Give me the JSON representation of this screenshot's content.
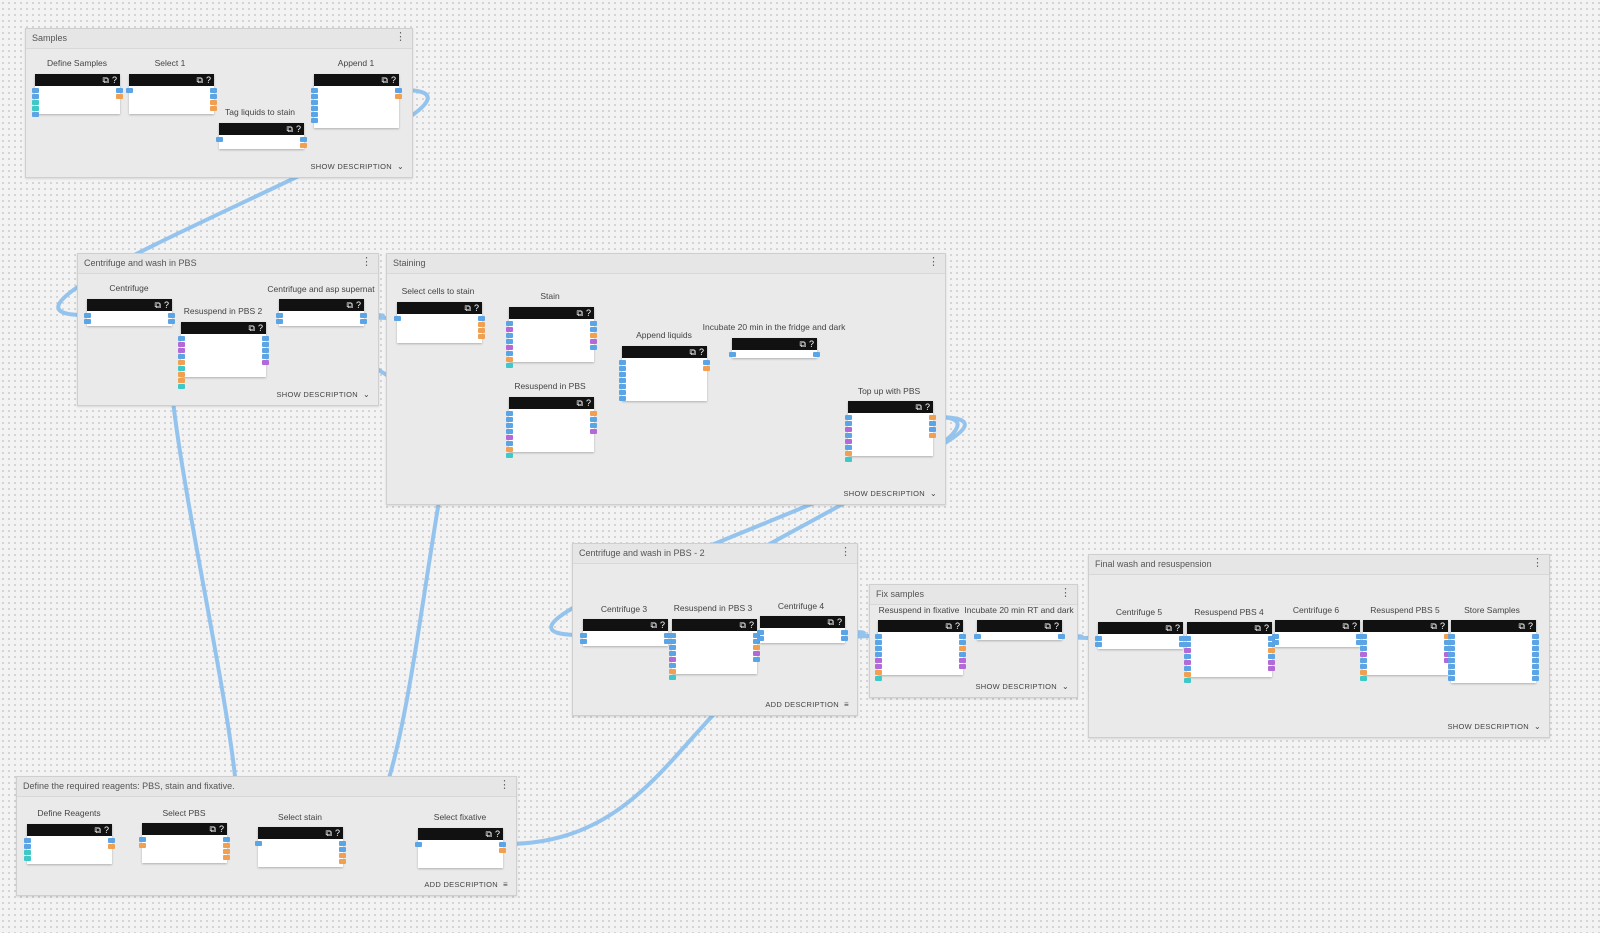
{
  "colors": {
    "wire": "#94c4ee",
    "port_blue": "#5ba4e5",
    "port_orange": "#f0a050",
    "port_purple": "#b36ad8",
    "port_teal": "#3ec8c8",
    "bar": "#111111"
  },
  "icons": {
    "open": "open-in-new-icon",
    "help": "help-icon",
    "menu": "more-vert-icon",
    "expand": "chevron-down-icon",
    "notes": "notes-icon"
  },
  "groups": [
    {
      "id": "g-samples",
      "title": "Samples",
      "footer": "SHOW DESCRIPTION",
      "footer_icon": "⌄"
    },
    {
      "id": "g-cw",
      "title": "Centrifuge and wash in PBS",
      "footer": "SHOW DESCRIPTION",
      "footer_icon": "⌄"
    },
    {
      "id": "g-staining",
      "title": "Staining",
      "footer": "SHOW DESCRIPTION",
      "footer_icon": "⌄"
    },
    {
      "id": "g-cw2",
      "title": "Centrifuge and wash in PBS - 2",
      "footer": "ADD DESCRIPTION",
      "footer_icon": "≡"
    },
    {
      "id": "g-fix",
      "title": "Fix samples",
      "footer": "SHOW DESCRIPTION",
      "footer_icon": "⌄"
    },
    {
      "id": "g-final",
      "title": "Final wash and resuspension",
      "footer": "SHOW DESCRIPTION",
      "footer_icon": "⌄"
    },
    {
      "id": "g-reagents",
      "title": "Define the required reagents: PBS, stain and fixative.",
      "footer": "ADD DESCRIPTION",
      "footer_icon": "≡"
    }
  ],
  "elements": [
    {
      "id": "define-samples",
      "label": "Define Samples"
    },
    {
      "id": "select-1",
      "label": "Select 1"
    },
    {
      "id": "tag-liquids",
      "label": "Tag liquids to stain"
    },
    {
      "id": "append-1",
      "label": "Append 1"
    },
    {
      "id": "centrifuge",
      "label": "Centrifuge"
    },
    {
      "id": "resuspend-pbs-2",
      "label": "Resuspend in PBS 2"
    },
    {
      "id": "centrifuge-asp",
      "label": "Centrifuge and asp supernat"
    },
    {
      "id": "select-cells",
      "label": "Select cells to stain"
    },
    {
      "id": "stain",
      "label": "Stain"
    },
    {
      "id": "resuspend-pbs",
      "label": "Resuspend in PBS"
    },
    {
      "id": "append-liquids",
      "label": "Append liquids"
    },
    {
      "id": "incubate-fridge",
      "label": "Incubate 20 min in the fridge and dark"
    },
    {
      "id": "top-up",
      "label": "Top up with PBS"
    },
    {
      "id": "centrifuge-3",
      "label": "Centrifuge 3"
    },
    {
      "id": "resuspend-pbs-3",
      "label": "Resuspend in PBS 3"
    },
    {
      "id": "centrifuge-4",
      "label": "Centrifuge 4"
    },
    {
      "id": "resuspend-fixative",
      "label": "Resuspend in fixative"
    },
    {
      "id": "incubate-rt",
      "label": "Incubate 20 min RT and dark"
    },
    {
      "id": "centrifuge-5",
      "label": "Centrifuge 5"
    },
    {
      "id": "resuspend-pbs-4",
      "label": "Resuspend PBS 4"
    },
    {
      "id": "centrifuge-6",
      "label": "Centrifuge 6"
    },
    {
      "id": "resuspend-pbs-5",
      "label": "Resuspend PBS 5"
    },
    {
      "id": "store-samples",
      "label": "Store Samples"
    },
    {
      "id": "define-reagents",
      "label": "Define Reagents"
    },
    {
      "id": "select-pbs",
      "label": "Select PBS"
    },
    {
      "id": "select-stain",
      "label": "Select stain"
    },
    {
      "id": "select-fixative",
      "label": "Select fixative"
    }
  ],
  "connections": [
    [
      "define-samples",
      "select-1"
    ],
    [
      "select-1",
      "tag-liquids"
    ],
    [
      "select-1",
      "append-1"
    ],
    [
      "tag-liquids",
      "append-1"
    ],
    [
      "append-1",
      "centrifuge"
    ],
    [
      "centrifuge",
      "resuspend-pbs-2"
    ],
    [
      "resuspend-pbs-2",
      "centrifuge-asp"
    ],
    [
      "centrifuge-asp",
      "select-cells"
    ],
    [
      "select-cells",
      "stain"
    ],
    [
      "select-cells",
      "resuspend-pbs"
    ],
    [
      "stain",
      "append-liquids"
    ],
    [
      "resuspend-pbs",
      "append-liquids"
    ],
    [
      "append-liquids",
      "incubate-fridge"
    ],
    [
      "incubate-fridge",
      "top-up"
    ],
    [
      "resuspend-pbs",
      "top-up"
    ],
    [
      "resuspend-pbs-2",
      "resuspend-pbs"
    ],
    [
      "top-up",
      "centrifuge-3"
    ],
    [
      "centrifuge-3",
      "resuspend-pbs-3"
    ],
    [
      "resuspend-pbs-3",
      "centrifuge-4"
    ],
    [
      "centrifuge-4",
      "resuspend-fixative"
    ],
    [
      "resuspend-fixative",
      "incubate-rt"
    ],
    [
      "incubate-rt",
      "centrifuge-5"
    ],
    [
      "centrifuge-5",
      "resuspend-pbs-4"
    ],
    [
      "resuspend-pbs-4",
      "centrifuge-6"
    ],
    [
      "centrifuge-6",
      "resuspend-pbs-5"
    ],
    [
      "resuspend-pbs-5",
      "store-samples"
    ],
    [
      "define-reagents",
      "select-pbs"
    ],
    [
      "select-pbs",
      "select-stain"
    ],
    [
      "select-pbs",
      "resuspend-pbs-2"
    ],
    [
      "select-stain",
      "stain"
    ],
    [
      "select-stain",
      "select-fixative"
    ],
    [
      "select-fixative",
      "resuspend-fixative"
    ],
    [
      "resuspend-pbs-3",
      "resuspend-fixative"
    ],
    [
      "top-up",
      "resuspend-pbs-3"
    ]
  ]
}
